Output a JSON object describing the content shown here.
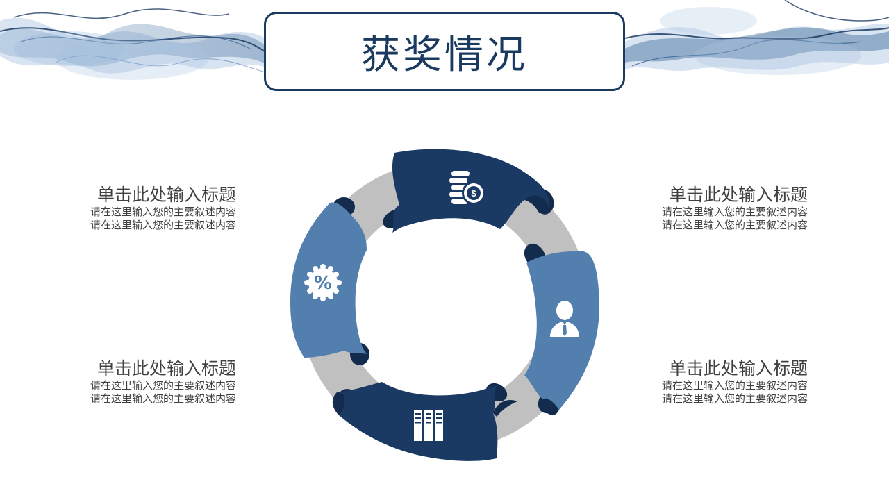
{
  "slide": {
    "title": "获奖情况"
  },
  "colors": {
    "dark_navy": "#1b3a63",
    "steel_blue": "#527fad",
    "ring_gray": "#c0c0c0",
    "fold_dark": "#132c4d",
    "title_border": "#1b3a60",
    "text_gray": "#404040"
  },
  "blocks": [
    {
      "position": "top-left",
      "heading": "单击此处输入标题",
      "lines": [
        "请在这里输入您的主要叙述内容",
        "请在这里输入您的主要叙述内容"
      ]
    },
    {
      "position": "top-right",
      "heading": "单击此处输入标题",
      "lines": [
        "请在这里输入您的主要叙述内容",
        "请在这里输入您的主要叙述内容"
      ]
    },
    {
      "position": "bottom-left",
      "heading": "单击此处输入标题",
      "lines": [
        "请在这里输入您的主要叙述内容",
        "请在这里输入您的主要叙述内容"
      ]
    },
    {
      "position": "bottom-right",
      "heading": "单击此处输入标题",
      "lines": [
        "请在这里输入您的主要叙述内容",
        "请在这里输入您的主要叙述内容"
      ]
    }
  ],
  "ring_segments": [
    {
      "position": "top",
      "color": "dark_navy",
      "icon": "coins-dollar-icon"
    },
    {
      "position": "right",
      "color": "steel_blue",
      "icon": "businessman-icon"
    },
    {
      "position": "bottom",
      "color": "dark_navy",
      "icon": "binders-icon"
    },
    {
      "position": "left",
      "color": "steel_blue",
      "icon": "percent-badge-icon"
    }
  ]
}
